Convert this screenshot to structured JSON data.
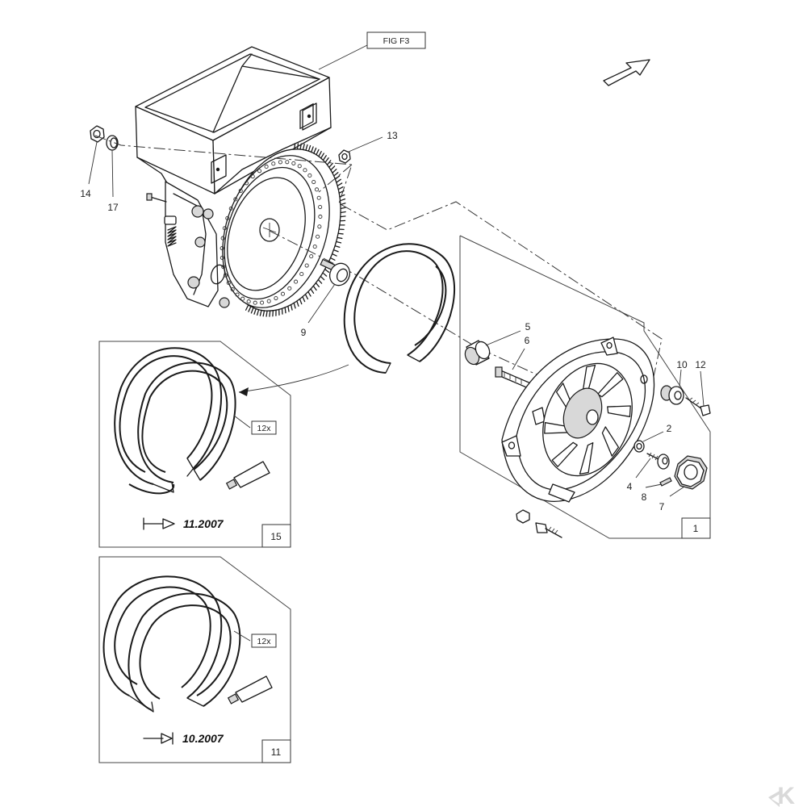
{
  "figure_ref": "FIG F3",
  "callouts": {
    "c1": "1",
    "c2": "2",
    "c4": "4",
    "c5": "5",
    "c6": "6",
    "c7": "7",
    "c8": "8",
    "c9": "9",
    "c10": "10",
    "c12": "12",
    "c13": "13",
    "c14": "14",
    "c17": "17"
  },
  "kit_15": {
    "number": "15",
    "quantity": "12x",
    "date": "11.2007",
    "date_symbol": "from"
  },
  "kit_11": {
    "number": "11",
    "quantity": "12x",
    "date": "10.2007",
    "date_symbol": "until"
  },
  "colors": {
    "line": "#1a1a1a",
    "background": "#ffffff",
    "logo": "#d9d9d9"
  },
  "logo_text": "K"
}
